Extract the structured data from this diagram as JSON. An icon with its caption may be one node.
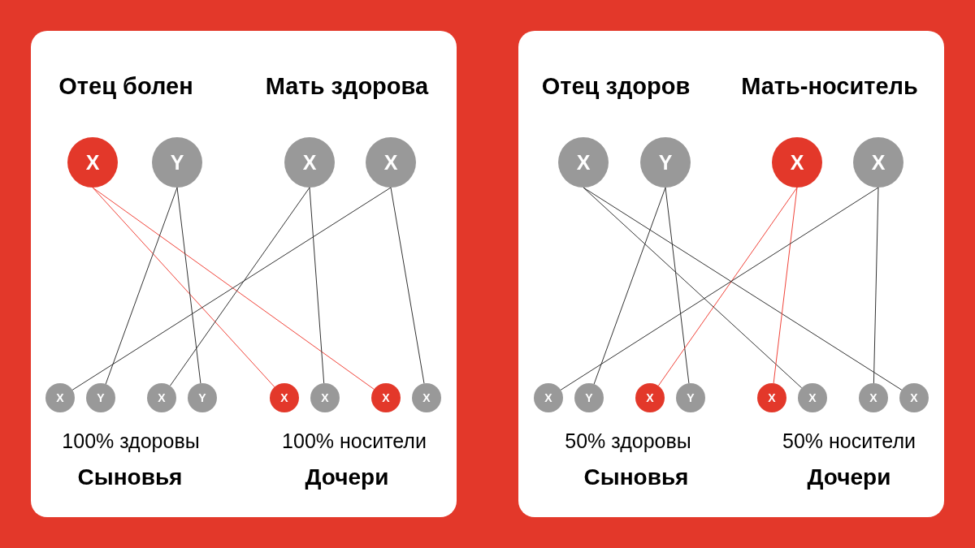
{
  "diagram": {
    "nodes": [
      {
        "text": [
          "Отец болен",
          "Мать здорова",
          "100% здоровы",
          "100% носители",
          "Сыновья",
          "Дочери"
        ]
      },
      {
        "text": [
          "X"
        ],
        "in": 0
      },
      {
        "text": [
          "Y"
        ],
        "in": 0
      },
      {
        "text": [
          "X"
        ],
        "in": 0
      },
      {
        "text": [
          "X"
        ],
        "in": 0
      },
      {
        "text": [
          "X"
        ],
        "in": 0
      },
      {
        "text": [
          "Y"
        ],
        "in": 0
      },
      {
        "text": [
          "X"
        ],
        "in": 0
      },
      {
        "text": [
          "Y"
        ],
        "in": 0
      },
      {
        "text": [
          "X"
        ],
        "in": 0
      },
      {
        "text": [
          "X"
        ],
        "in": 0
      },
      {
        "text": [
          "X"
        ],
        "in": 0
      },
      {
        "text": [
          "X"
        ],
        "in": 0
      },
      {
        "text": [
          "Отец здоров",
          "Мать-носитель",
          "50% здоровы",
          "50% носители",
          "Сыновья",
          "Дочери"
        ]
      },
      {
        "text": [
          "X"
        ],
        "in": 13
      },
      {
        "text": [
          "Y"
        ],
        "in": 13
      },
      {
        "text": [
          "X"
        ],
        "in": 13
      },
      {
        "text": [
          "X"
        ],
        "in": 13
      },
      {
        "text": [
          "X"
        ],
        "in": 13
      },
      {
        "text": [
          "Y"
        ],
        "in": 13
      },
      {
        "text": [
          "X"
        ],
        "in": 13
      },
      {
        "text": [
          "Y"
        ],
        "in": 13
      },
      {
        "text": [
          "X"
        ],
        "in": 13
      },
      {
        "text": [
          "X"
        ],
        "in": 13
      },
      {
        "text": [
          "X"
        ],
        "in": 13
      },
      {
        "text": [
          "X"
        ],
        "in": 13
      }
    ],
    "edges": [
      {
        "from": 1,
        "to": 9,
        "arrow": "none",
        "color": "#f0443a"
      },
      {
        "from": 1,
        "to": 11,
        "arrow": "none",
        "color": "#f0443a"
      },
      {
        "from": 2,
        "to": 6,
        "arrow": "none"
      },
      {
        "from": 2,
        "to": 8,
        "arrow": "none"
      },
      {
        "from": 3,
        "to": 7,
        "arrow": "none"
      },
      {
        "from": 3,
        "to": 10,
        "arrow": "none"
      },
      {
        "from": 4,
        "to": 5,
        "arrow": "none"
      },
      {
        "from": 4,
        "to": 12,
        "arrow": "none"
      },
      {
        "from": 14,
        "to": 23,
        "arrow": "none"
      },
      {
        "from": 14,
        "to": 25,
        "arrow": "none"
      },
      {
        "from": 15,
        "to": 19,
        "arrow": "none"
      },
      {
        "from": 15,
        "to": 21,
        "arrow": "none"
      },
      {
        "from": 16,
        "to": 20,
        "arrow": "none",
        "color": "#f0443a"
      },
      {
        "from": 16,
        "to": 22,
        "arrow": "none",
        "color": "#f0443a"
      },
      {
        "from": 17,
        "to": 18,
        "arrow": "none"
      },
      {
        "from": 17,
        "to": 24,
        "arrow": "none"
      }
    ]
  }
}
